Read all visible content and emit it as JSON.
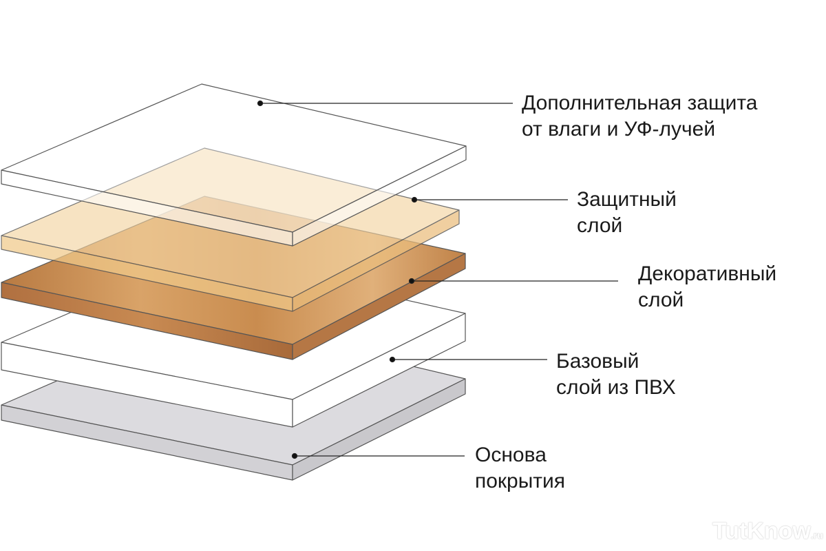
{
  "title": "Laminate layer structure",
  "layers": [
    {
      "id": "uv",
      "line1": "Дополнительная защита",
      "line2": "от влаги и УФ-лучей"
    },
    {
      "id": "protective",
      "line1": "Защитный",
      "line2": "слой"
    },
    {
      "id": "decorative",
      "line1": "Декоративный",
      "line2": "слой"
    },
    {
      "id": "base",
      "line1": "Базовый",
      "line2": "слой из ПВХ"
    },
    {
      "id": "foundation",
      "line1": "Основа",
      "line2": "покрытия"
    }
  ],
  "watermark": {
    "text": "TutKnow",
    "suffix": ".ru"
  },
  "colors": {
    "outline": "#555555",
    "amber": "#f1c98a",
    "wood": "#c98c4f",
    "gray": "#d9d8dc",
    "white": "#ffffff"
  }
}
